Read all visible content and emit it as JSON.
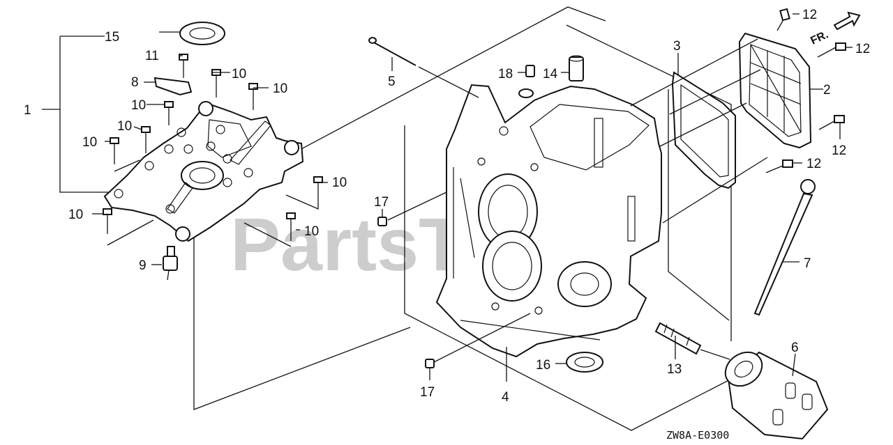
{
  "diagram": {
    "watermark": "PartsTree",
    "code": "ZW8A-E0300",
    "front_mark": "FR.",
    "callouts": {
      "c1": "1",
      "c2": "2",
      "c3": "3",
      "c4": "4",
      "c5": "5",
      "c6": "6",
      "c7": "7",
      "c8": "8",
      "c9": "9",
      "c10": "10",
      "c11": "11",
      "c12": "12",
      "c13": "13",
      "c14": "14",
      "c15": "15",
      "c16": "16",
      "c17": "17",
      "c18": "18"
    }
  }
}
